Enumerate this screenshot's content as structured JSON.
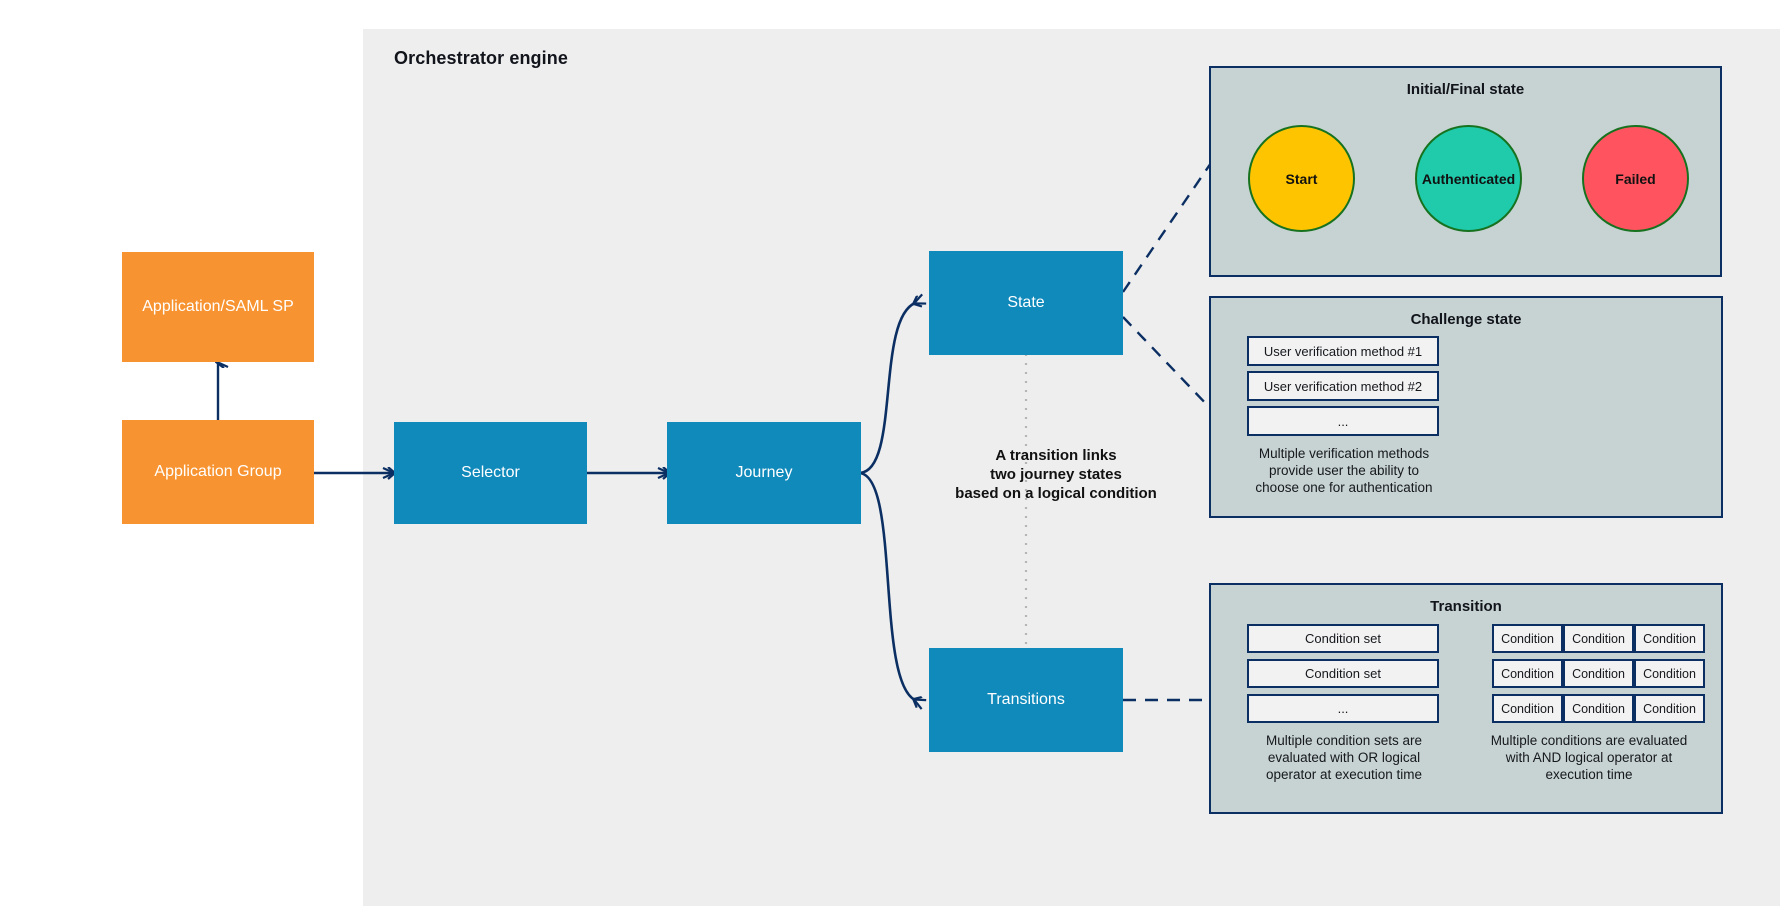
{
  "engine": {
    "title": "Orchestrator engine"
  },
  "nodes": {
    "application_saml_sp": "Application/SAML SP",
    "application_group": "Application Group",
    "selector": "Selector",
    "journey": "Journey",
    "state": "State",
    "transitions": "Transitions"
  },
  "annotation": {
    "transition_note": "A transition links\ntwo journey states\nbased on a logical condition"
  },
  "initial_final_state": {
    "title": "Initial/Final state",
    "circles": [
      {
        "label": "Start",
        "color": "#ffc400"
      },
      {
        "label": "Authenticated",
        "color": "#1fcbab"
      },
      {
        "label": "Failed",
        "color": "#ff5460"
      }
    ]
  },
  "challenge_state": {
    "title": "Challenge state",
    "methods": [
      "User verification method #1",
      "User verification method #2",
      "..."
    ],
    "caption": "Multiple verification methods\nprovide user the ability to\nchoose one for authentication"
  },
  "transition_panel": {
    "title": "Transition",
    "condition_sets": [
      "Condition set",
      "Condition set",
      "..."
    ],
    "condition_sets_caption": "Multiple condition sets are\nevaluated with OR logical\noperator at execution time",
    "conditions_grid": [
      [
        "Condition",
        "Condition",
        "Condition"
      ],
      [
        "Condition",
        "Condition",
        "Condition"
      ],
      [
        "Condition",
        "Condition",
        "Condition"
      ]
    ],
    "conditions_caption": "Multiple conditions are evaluated\nwith AND logical operator at\nexecution time"
  },
  "colors": {
    "canvas": "#ffffff",
    "engine_background": "#eeeeee",
    "orange_node": "#f79330",
    "blue_node": "#1089bb",
    "panel_fill": "#c7d3d2",
    "panel_border": "#0b2f63",
    "edge": "#0b2f63",
    "circle_border": "#17721f"
  }
}
